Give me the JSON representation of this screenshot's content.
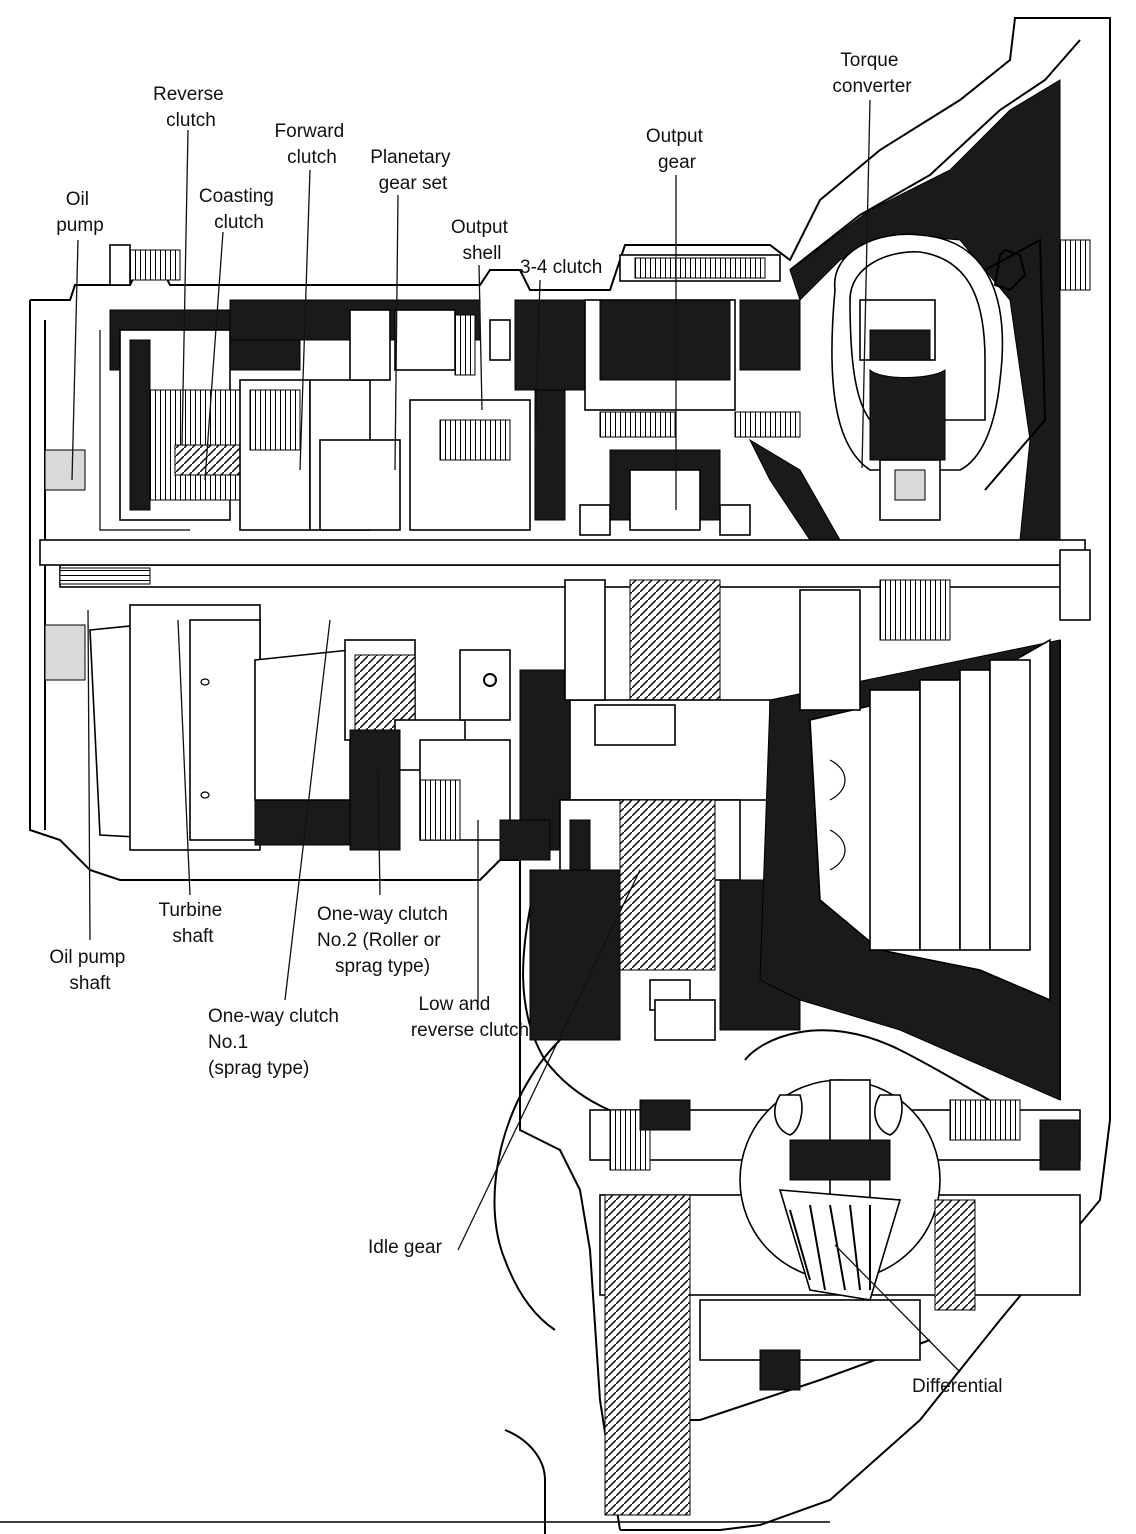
{
  "diagram": {
    "labels": [
      {
        "key": "reverse_clutch",
        "lines": [
          "Reverse",
          "clutch"
        ]
      },
      {
        "key": "forward_clutch",
        "lines": [
          "Forward",
          "clutch"
        ]
      },
      {
        "key": "torque_converter",
        "lines": [
          "Torque",
          "converter"
        ]
      },
      {
        "key": "output_gear",
        "lines": [
          "Output",
          "gear"
        ]
      },
      {
        "key": "planetary_gear_set",
        "lines": [
          "Planetary",
          "gear set"
        ]
      },
      {
        "key": "coasting_clutch",
        "lines": [
          "Coasting",
          "clutch"
        ]
      },
      {
        "key": "oil_pump",
        "lines": [
          "Oil",
          "pump"
        ]
      },
      {
        "key": "output_shell",
        "lines": [
          "Output",
          "shell"
        ]
      },
      {
        "key": "three_four_clutch",
        "lines": [
          "3-4 clutch"
        ]
      },
      {
        "key": "turbine_shaft",
        "lines": [
          "Turbine",
          "shaft"
        ]
      },
      {
        "key": "one_way_clutch_no2",
        "lines": [
          "One-way clutch",
          "No.2 (Roller or",
          "sprag type)"
        ]
      },
      {
        "key": "oil_pump_shaft",
        "lines": [
          "Oil pump",
          "shaft"
        ]
      },
      {
        "key": "low_and_reverse_clutch",
        "lines": [
          "Low and",
          "reverse clutch"
        ]
      },
      {
        "key": "one_way_clutch_no1",
        "lines": [
          "One-way clutch",
          "No.1",
          "(sprag type)"
        ]
      },
      {
        "key": "idle_gear",
        "lines": [
          "Idle gear"
        ]
      },
      {
        "key": "differential",
        "lines": [
          "Differential"
        ]
      }
    ]
  }
}
